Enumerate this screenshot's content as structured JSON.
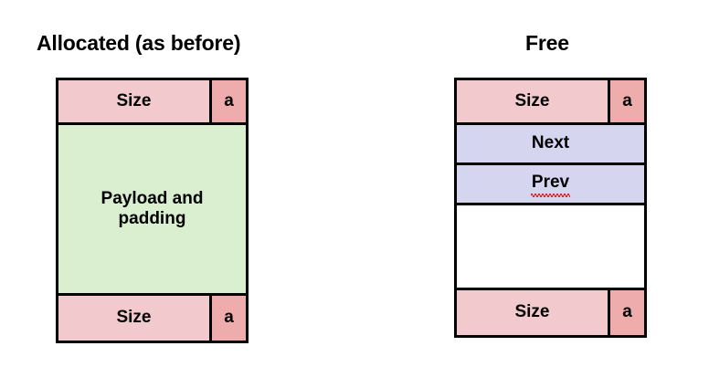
{
  "diagram": {
    "title_color": "#000000",
    "border_color": "#000000",
    "background": "#ffffff",
    "colors": {
      "size_field": "#f2c9cc",
      "flag_field": "#eeacac",
      "payload_field": "#d9efd0",
      "link_field": "#d5d5ef",
      "empty_field": "#ffffff",
      "spellcheck_underline": "#e8241f"
    },
    "blocks": [
      {
        "title": "Allocated (as before)",
        "rows": [
          {
            "label": "Size",
            "flag": "a"
          },
          {
            "label": "Payload and\npadding"
          },
          {
            "label": "Size",
            "flag": "a"
          }
        ]
      },
      {
        "title": "Free",
        "rows": [
          {
            "label": "Size",
            "flag": "a"
          },
          {
            "label": "Next"
          },
          {
            "label": "Prev"
          },
          {
            "label": ""
          },
          {
            "label": "Size",
            "flag": "a"
          }
        ]
      }
    ]
  }
}
